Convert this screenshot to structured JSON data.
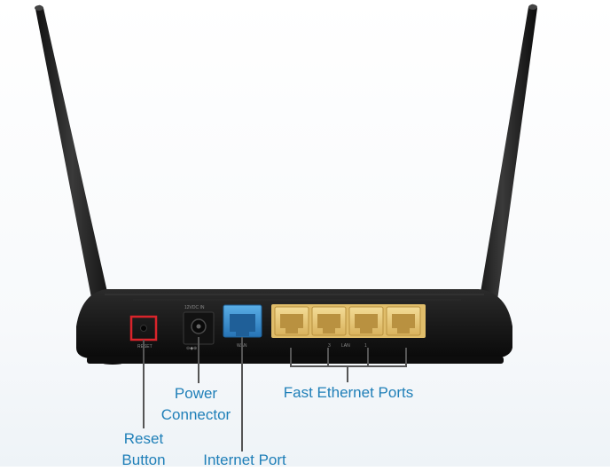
{
  "labels": {
    "power_line1": "Power",
    "power_line2": "Connector",
    "fast_ethernet": "Fast Ethernet Ports",
    "reset_line1": "Reset",
    "reset_line2": "Button",
    "internet_port": "Internet Port"
  },
  "device_text": {
    "power_rating": "12VDC IN",
    "reset": "RESET",
    "wan": "WAN",
    "lan": "LAN",
    "lan_port_3": "3",
    "lan_port_1": "1"
  },
  "colors": {
    "label_text": "#1f7fb8",
    "leader_line": "#555555",
    "reset_highlight": "#d9242b",
    "wan_port": "#3a8fd0",
    "lan_port": "#e8c878",
    "router_body": "#1e1e1e"
  }
}
